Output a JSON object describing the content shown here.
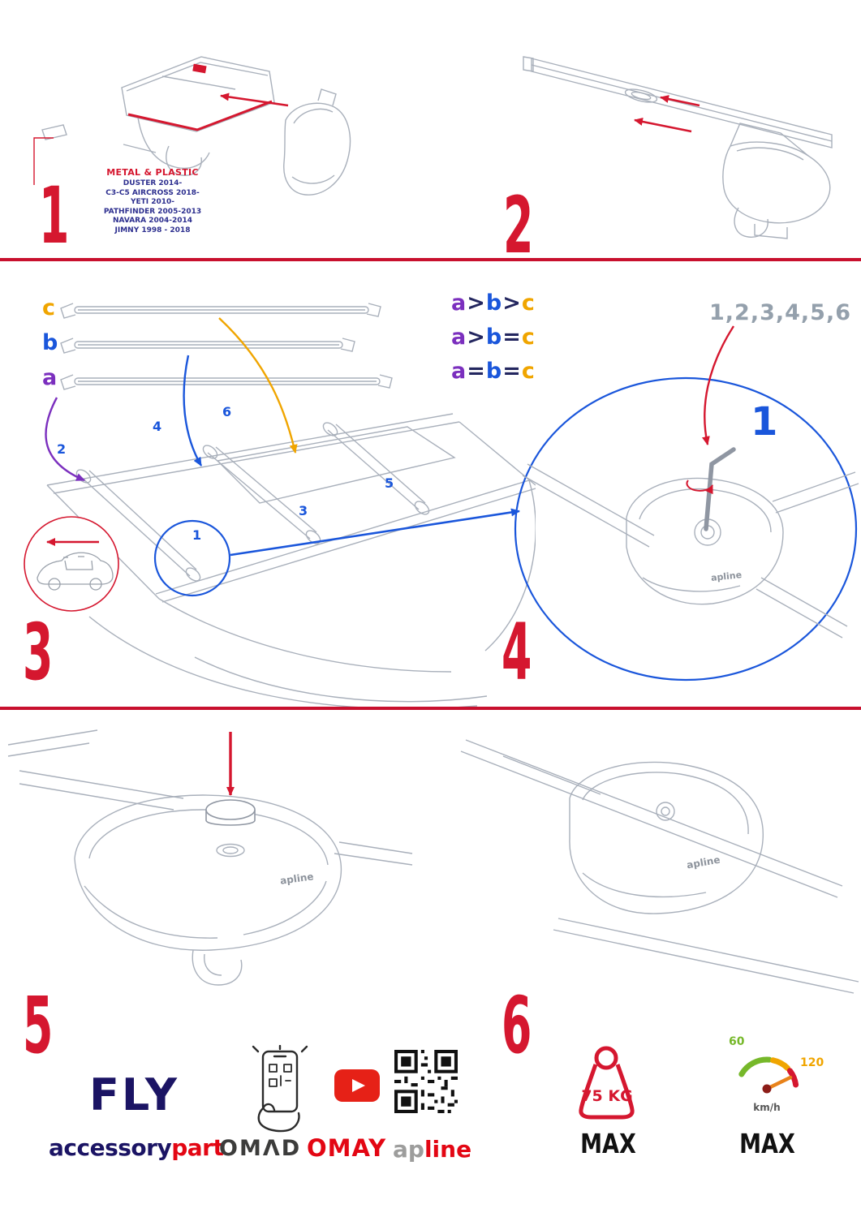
{
  "colors": {
    "accent_red": "#d5172f",
    "divider_red": "#c8102e",
    "blue": "#1a56db",
    "purple": "#7b2fbe",
    "orange": "#f0a500",
    "navy_text": "#2d2f8f",
    "brand_navy": "#1b1464",
    "brand_red": "#e30613",
    "drawing_gray": "#a9b0bb",
    "speed_green": "#76b82a",
    "speed_orange": "#f0a500"
  },
  "step1": {
    "number": "1",
    "material_label": "METAL & PLASTIC",
    "models": [
      "DUSTER 2014-",
      "C3-C5 AIRCROSS 2018-",
      "YETI 2010-",
      "PATHFINDER 2005-2013",
      "NAVARA 2004-2014",
      "JIMNY 1998 - 2018"
    ]
  },
  "step2": {
    "number": "2"
  },
  "step3": {
    "number": "3",
    "bar_labels": {
      "c": "c",
      "b": "b",
      "a": "a"
    },
    "relations": [
      {
        "l": "a",
        "o1": ">",
        "m": "b",
        "o2": ">",
        "r": "c"
      },
      {
        "l": "a",
        "o1": ">",
        "m": "b",
        "o2": "=",
        "r": "c"
      },
      {
        "l": "a",
        "o1": "=",
        "m": "b",
        "o2": "=",
        "r": "c"
      }
    ],
    "positions": {
      "p1": "1",
      "p2": "2",
      "p3": "3",
      "p4": "4",
      "p5": "5",
      "p6": "6"
    }
  },
  "step4": {
    "number": "4",
    "sequence": "1,2,3,4,5,6",
    "step_badge": "1",
    "product_logo": "apline"
  },
  "step5": {
    "number": "5",
    "product_logo": "apline"
  },
  "step6": {
    "number": "6",
    "product_logo": "apline"
  },
  "footer": {
    "brand_fly": "FLY",
    "brand_accessory": "accessory",
    "brand_part": "part",
    "brand_omad": "OMΛD",
    "brand_omay": "OMAY",
    "brand_apline_gray": "ap",
    "brand_apline_red": "line",
    "icons": [
      "hand-phone-scan-icon",
      "youtube-play-icon",
      "qr-code-icon",
      "weight-icon",
      "speedometer-icon"
    ],
    "weight_value": "75 KG",
    "weight_max": "MAX",
    "speed_low": "60",
    "speed_high": "120",
    "speed_unit": "km/h",
    "speed_max": "MAX"
  }
}
